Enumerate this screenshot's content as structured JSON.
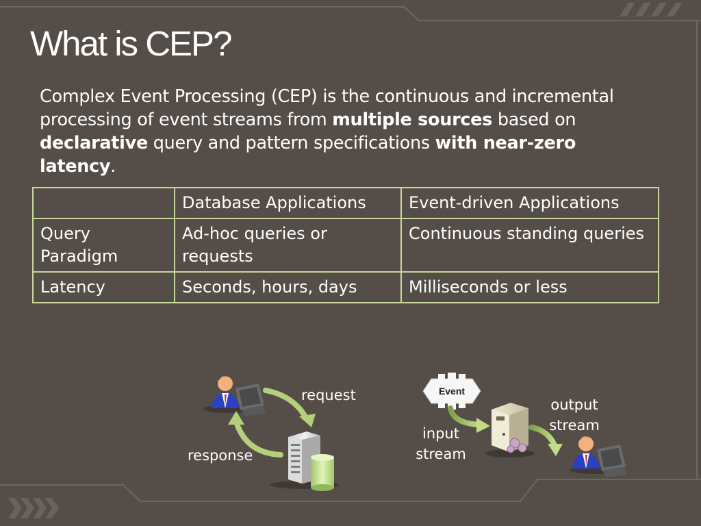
{
  "slide": {
    "title": "What is CEP?",
    "body": {
      "p1": "Complex Event Processing (CEP) is the continuous and incremental processing of event streams from ",
      "b1": "multiple sources",
      "p2": " based on ",
      "b2": "declarative",
      "p3": " query and pattern specifications ",
      "b3": "with near-zero latency",
      "p4": "."
    }
  },
  "table": {
    "headers": [
      "",
      "Database Applications",
      "Event-driven Applications"
    ],
    "rows": [
      [
        "Query Paradigm",
        "Ad-hoc queries or requests",
        "Continuous standing queries"
      ],
      [
        "Latency",
        "Seconds, hours, days",
        "Milliseconds or less"
      ]
    ]
  },
  "diagram": {
    "left": {
      "request": "request",
      "response": "response"
    },
    "right": {
      "event": "Event",
      "input": "input stream",
      "output": "output stream"
    }
  },
  "colors": {
    "background": "#554d48",
    "table_border": "#c8d79b",
    "arrow": "#b5d07a",
    "text": "#ffffff"
  }
}
